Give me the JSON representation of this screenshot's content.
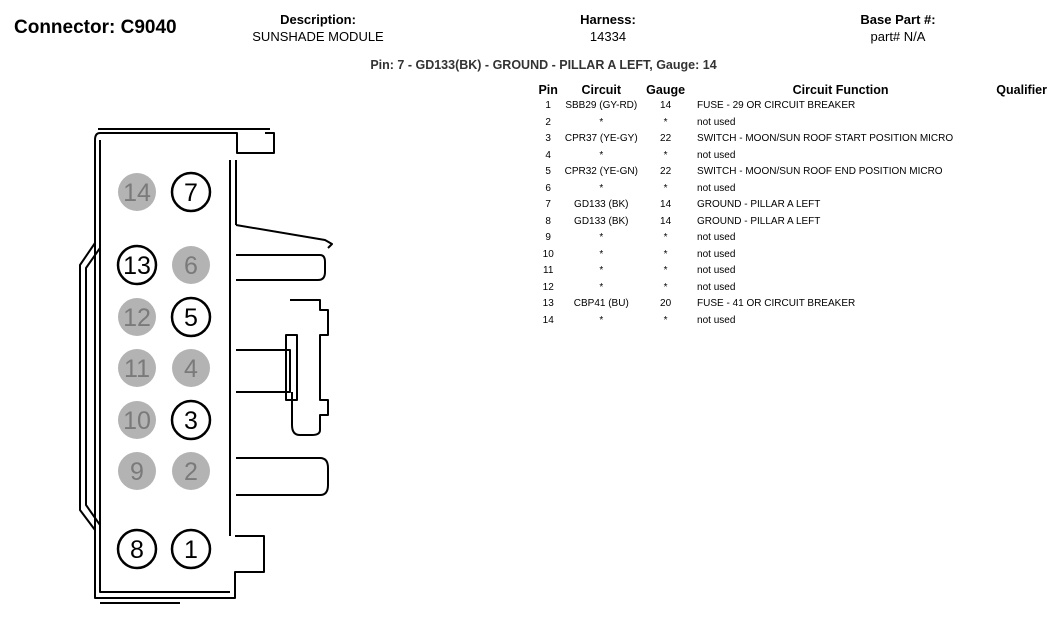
{
  "header": {
    "connector": "Connector: C9040",
    "description_label": "Description:",
    "description_value": "SUNSHADE MODULE",
    "harness_label": "Harness:",
    "harness_value": "14334",
    "base_part_label": "Base Part #:",
    "base_part_value": "part# N/A"
  },
  "selected_pin": "Pin: 7 - GD133(BK) - GROUND - PILLAR A LEFT, Gauge: 14",
  "table": {
    "headers": [
      "Pin",
      "Circuit",
      "Gauge",
      "Circuit Function",
      "Qualifier"
    ],
    "rows": [
      [
        "1",
        "SBB29 (GY-RD)",
        "14",
        "FUSE - 29 OR CIRCUIT BREAKER",
        ""
      ],
      [
        "2",
        "*",
        "*",
        "not used",
        ""
      ],
      [
        "3",
        "CPR37 (YE-GY)",
        "22",
        "SWITCH - MOON/SUN ROOF START POSITION MICRO",
        ""
      ],
      [
        "4",
        "*",
        "*",
        "not used",
        ""
      ],
      [
        "5",
        "CPR32 (YE-GN)",
        "22",
        "SWITCH - MOON/SUN ROOF END POSITION MICRO",
        ""
      ],
      [
        "6",
        "*",
        "*",
        "not used",
        ""
      ],
      [
        "7",
        "GD133 (BK)",
        "14",
        "GROUND - PILLAR A LEFT",
        ""
      ],
      [
        "8",
        "GD133 (BK)",
        "14",
        "GROUND - PILLAR A LEFT",
        ""
      ],
      [
        "9",
        "*",
        "*",
        "not used",
        ""
      ],
      [
        "10",
        "*",
        "*",
        "not used",
        ""
      ],
      [
        "11",
        "*",
        "*",
        "not used",
        ""
      ],
      [
        "12",
        "*",
        "*",
        "not used",
        ""
      ],
      [
        "13",
        "CBP41 (BU)",
        "20",
        "FUSE - 41 OR CIRCUIT BREAKER",
        ""
      ],
      [
        "14",
        "*",
        "*",
        "not used",
        ""
      ]
    ]
  },
  "diagram": {
    "pins": [
      {
        "label": "14",
        "state": "unused"
      },
      {
        "label": "7",
        "state": "used"
      },
      {
        "label": "13",
        "state": "used"
      },
      {
        "label": "6",
        "state": "unused"
      },
      {
        "label": "12",
        "state": "unused"
      },
      {
        "label": "5",
        "state": "used"
      },
      {
        "label": "11",
        "state": "unused"
      },
      {
        "label": "4",
        "state": "unused"
      },
      {
        "label": "10",
        "state": "unused"
      },
      {
        "label": "3",
        "state": "used"
      },
      {
        "label": "9",
        "state": "unused"
      },
      {
        "label": "2",
        "state": "unused"
      },
      {
        "label": "8",
        "state": "used"
      },
      {
        "label": "1",
        "state": "used"
      }
    ],
    "colors": {
      "used_fill": "#ffffff",
      "unused_fill": "#b3b3b3",
      "used_text": "#000000",
      "unused_text": "#7a7a7a",
      "outline": "#000000"
    }
  }
}
